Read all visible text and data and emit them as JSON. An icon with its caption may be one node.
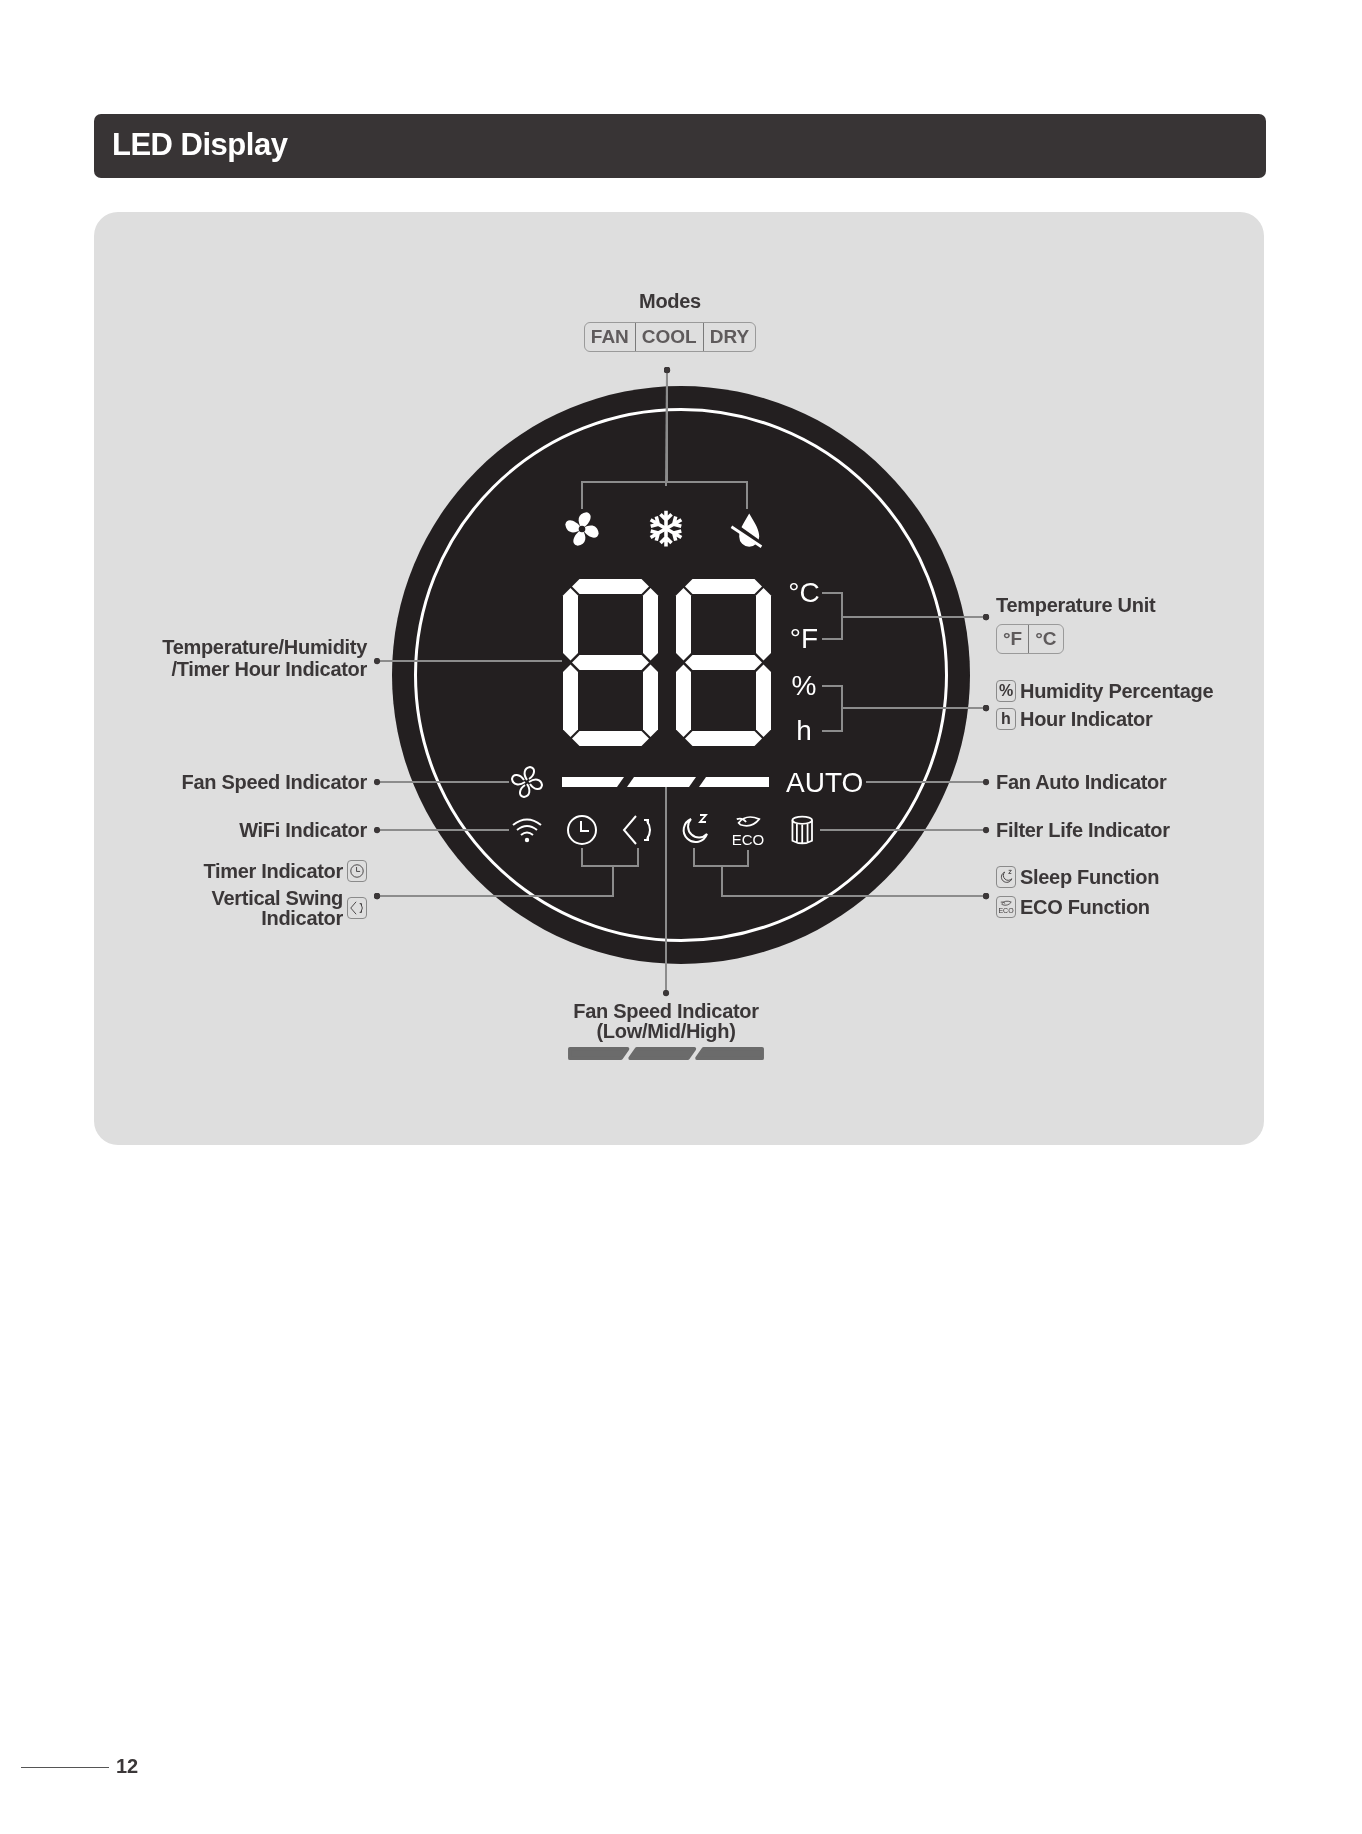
{
  "diagram": {
    "title": "LED Display",
    "nodes": [
      {
        "text": [
          "Modes",
          "FAN",
          "COOL",
          "DRY"
        ]
      },
      {
        "text": [],
        "shape": "circle"
      },
      {
        "text": [],
        "shape": "icon",
        "in": 1
      },
      {
        "text": [],
        "shape": "icon",
        "in": 1
      },
      {
        "text": [],
        "shape": "icon",
        "in": 1
      },
      {
        "text": [
          "Temperature/Humidity /Timer Hour Indicator"
        ]
      },
      {
        "text": [],
        "shape": "display",
        "in": 1
      },
      {
        "text": [
          "°C"
        ],
        "in": 1
      },
      {
        "text": [
          "°F"
        ],
        "in": 1
      },
      {
        "text": [
          "Temperature Unit",
          "°F",
          "°C"
        ]
      },
      {
        "text": [
          "%"
        ],
        "in": 1
      },
      {
        "text": [
          "h"
        ],
        "in": 1
      },
      {
        "text": [
          "%",
          "Humidity Percentage",
          "h",
          "Hour Indicator"
        ]
      },
      {
        "text": [
          "Fan Speed Indicator"
        ]
      },
      {
        "text": [],
        "shape": "icon",
        "in": 1
      },
      {
        "text": [],
        "shape": "bar",
        "in": 1
      },
      {
        "text": [
          "AUTO"
        ],
        "in": 1
      },
      {
        "text": [
          "Fan Auto Indicator"
        ]
      },
      {
        "text": [
          "WiFi Indicator"
        ]
      },
      {
        "text": [],
        "shape": "icon",
        "in": 1
      },
      {
        "text": [],
        "shape": "icon",
        "in": 1
      },
      {
        "text": [],
        "shape": "icon",
        "in": 1
      },
      {
        "text": [],
        "shape": "icon",
        "in": 1
      },
      {
        "text": [
          "ECO"
        ],
        "in": 1
      },
      {
        "text": [],
        "shape": "icon",
        "in": 1
      },
      {
        "text": [
          "Filter Life Indicator"
        ]
      },
      {
        "text": [
          "Timer Indicator",
          "Vertical Swing Indicator"
        ]
      },
      {
        "text": [
          "Sleep Function",
          "ECO",
          "ECO Function"
        ]
      },
      {
        "text": [
          "Fan Speed Indicator (Low/Mid/High)"
        ]
      }
    ],
    "edges": [
      {
        "from": 0,
        "to": 2,
        "arrow": "other"
      },
      {
        "from": 0,
        "to": 3,
        "arrow": "other"
      },
      {
        "from": 0,
        "to": 4,
        "arrow": "other"
      },
      {
        "from": 5,
        "to": 6,
        "arrow": "other"
      },
      {
        "from": 9,
        "to": 7,
        "arrow": "other"
      },
      {
        "from": 9,
        "to": 8,
        "arrow": "other"
      },
      {
        "from": 12,
        "to": 10,
        "arrow": "other"
      },
      {
        "from": 12,
        "to": 11,
        "arrow": "other"
      },
      {
        "from": 13,
        "to": 14,
        "arrow": "other"
      },
      {
        "from": 28,
        "to": 15,
        "arrow": "other"
      },
      {
        "from": 17,
        "to": 16,
        "arrow": "other"
      },
      {
        "from": 18,
        "to": 19,
        "arrow": "other"
      },
      {
        "from": 26,
        "to": 20,
        "arrow": "other"
      },
      {
        "from": 26,
        "to": 21,
        "arrow": "other"
      },
      {
        "from": 27,
        "to": 22,
        "arrow": "other"
      },
      {
        "from": 27,
        "to": 23,
        "arrow": "other"
      },
      {
        "from": 25,
        "to": 24,
        "arrow": "other"
      }
    ],
    "labels": [
      "12"
    ]
  }
}
